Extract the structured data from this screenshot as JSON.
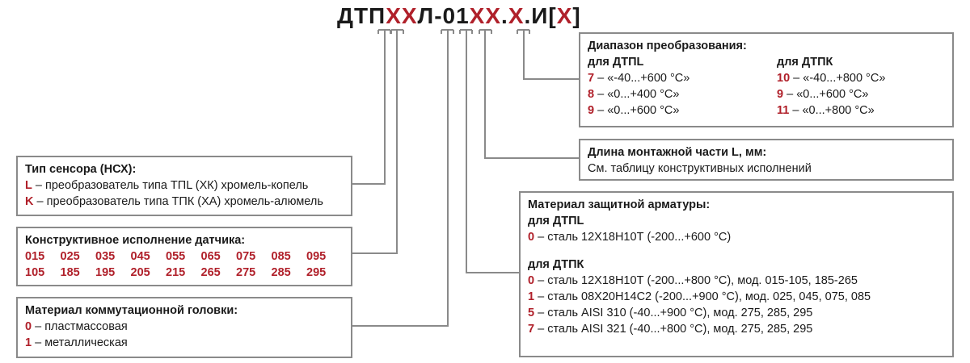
{
  "code": {
    "parts": [
      {
        "text": "ДТП",
        "hl": false
      },
      {
        "text": "ХХ",
        "hl": true
      },
      {
        "text": "Л-01",
        "hl": false
      },
      {
        "text": "ХХ",
        "hl": true
      },
      {
        "text": ".",
        "hl": false
      },
      {
        "text": "Х",
        "hl": true
      },
      {
        "text": ".И[",
        "hl": false
      },
      {
        "text": "Х",
        "hl": true
      },
      {
        "text": "]",
        "hl": false
      }
    ]
  },
  "sensor_type": {
    "title": "Тип сенсора (НСХ):",
    "items": [
      {
        "code": "L",
        "text": " – преобразователь типа ТПL (ХК)  хромель-копель"
      },
      {
        "code": "K",
        "text": " – преобразователь типа  ТПК (ХА) хромель-алюмель"
      }
    ]
  },
  "design": {
    "title": "Конструктивное исполнение датчика:",
    "row1": [
      "015",
      "025",
      "035",
      "045",
      "055",
      "065",
      "075",
      "085",
      "095"
    ],
    "row2": [
      "105",
      "185",
      "195",
      "205",
      "215",
      "265",
      "275",
      "285",
      "295"
    ]
  },
  "head": {
    "title": "Материал коммутационной головки:",
    "items": [
      {
        "code": "0",
        "text": " – пластмассовая"
      },
      {
        "code": "1",
        "text": " – металлическая"
      }
    ]
  },
  "range": {
    "title": "Диапазон преобразования:",
    "tpl_label": "для ДТПL",
    "tpk_label": "для ДТПК",
    "tpl": [
      {
        "code": "7",
        "text": " – «-40...+600 °С»"
      },
      {
        "code": "8",
        "text": " – «0...+400 °С»"
      },
      {
        "code": "9",
        "text": " – «0...+600 °С»"
      }
    ],
    "tpk": [
      {
        "code": "10",
        "text": " – «-40...+800 °С»"
      },
      {
        "code": "9",
        "text": " – «0...+600 °С»"
      },
      {
        "code": "11",
        "text": " – «0...+800 °С»"
      }
    ]
  },
  "length": {
    "title": "Длина монтажной части L, мм:",
    "text": "См. таблицу конструктивных исполнений"
  },
  "armature": {
    "title": "Материал защитной арматуры:",
    "tpl_label": "для ДТПL",
    "tpl": [
      {
        "code": "0",
        "text": " – сталь 12Х18Н10Т (-200...+600 °С)"
      }
    ],
    "tpk_label": "для ДТПК",
    "tpk": [
      {
        "code": "0",
        "text": " – сталь 12Х18Н10Т (-200...+800 °С), мод. 015-105, 185-265"
      },
      {
        "code": "1",
        "text": " – сталь 08Х20Н14С2 (-200...+900 °С), мод. 025, 045, 075, 085"
      },
      {
        "code": "5",
        "text": "   – сталь AISI 310 (-40...+900 °С), мод. 275, 285, 295"
      },
      {
        "code": "7",
        "text": "   – сталь AISI 321 (-40...+800 °С), мод. 275, 285, 295"
      }
    ]
  },
  "colors": {
    "accent": "#b0202a",
    "border": "#8a8a8a",
    "text": "#1a1a1a"
  }
}
